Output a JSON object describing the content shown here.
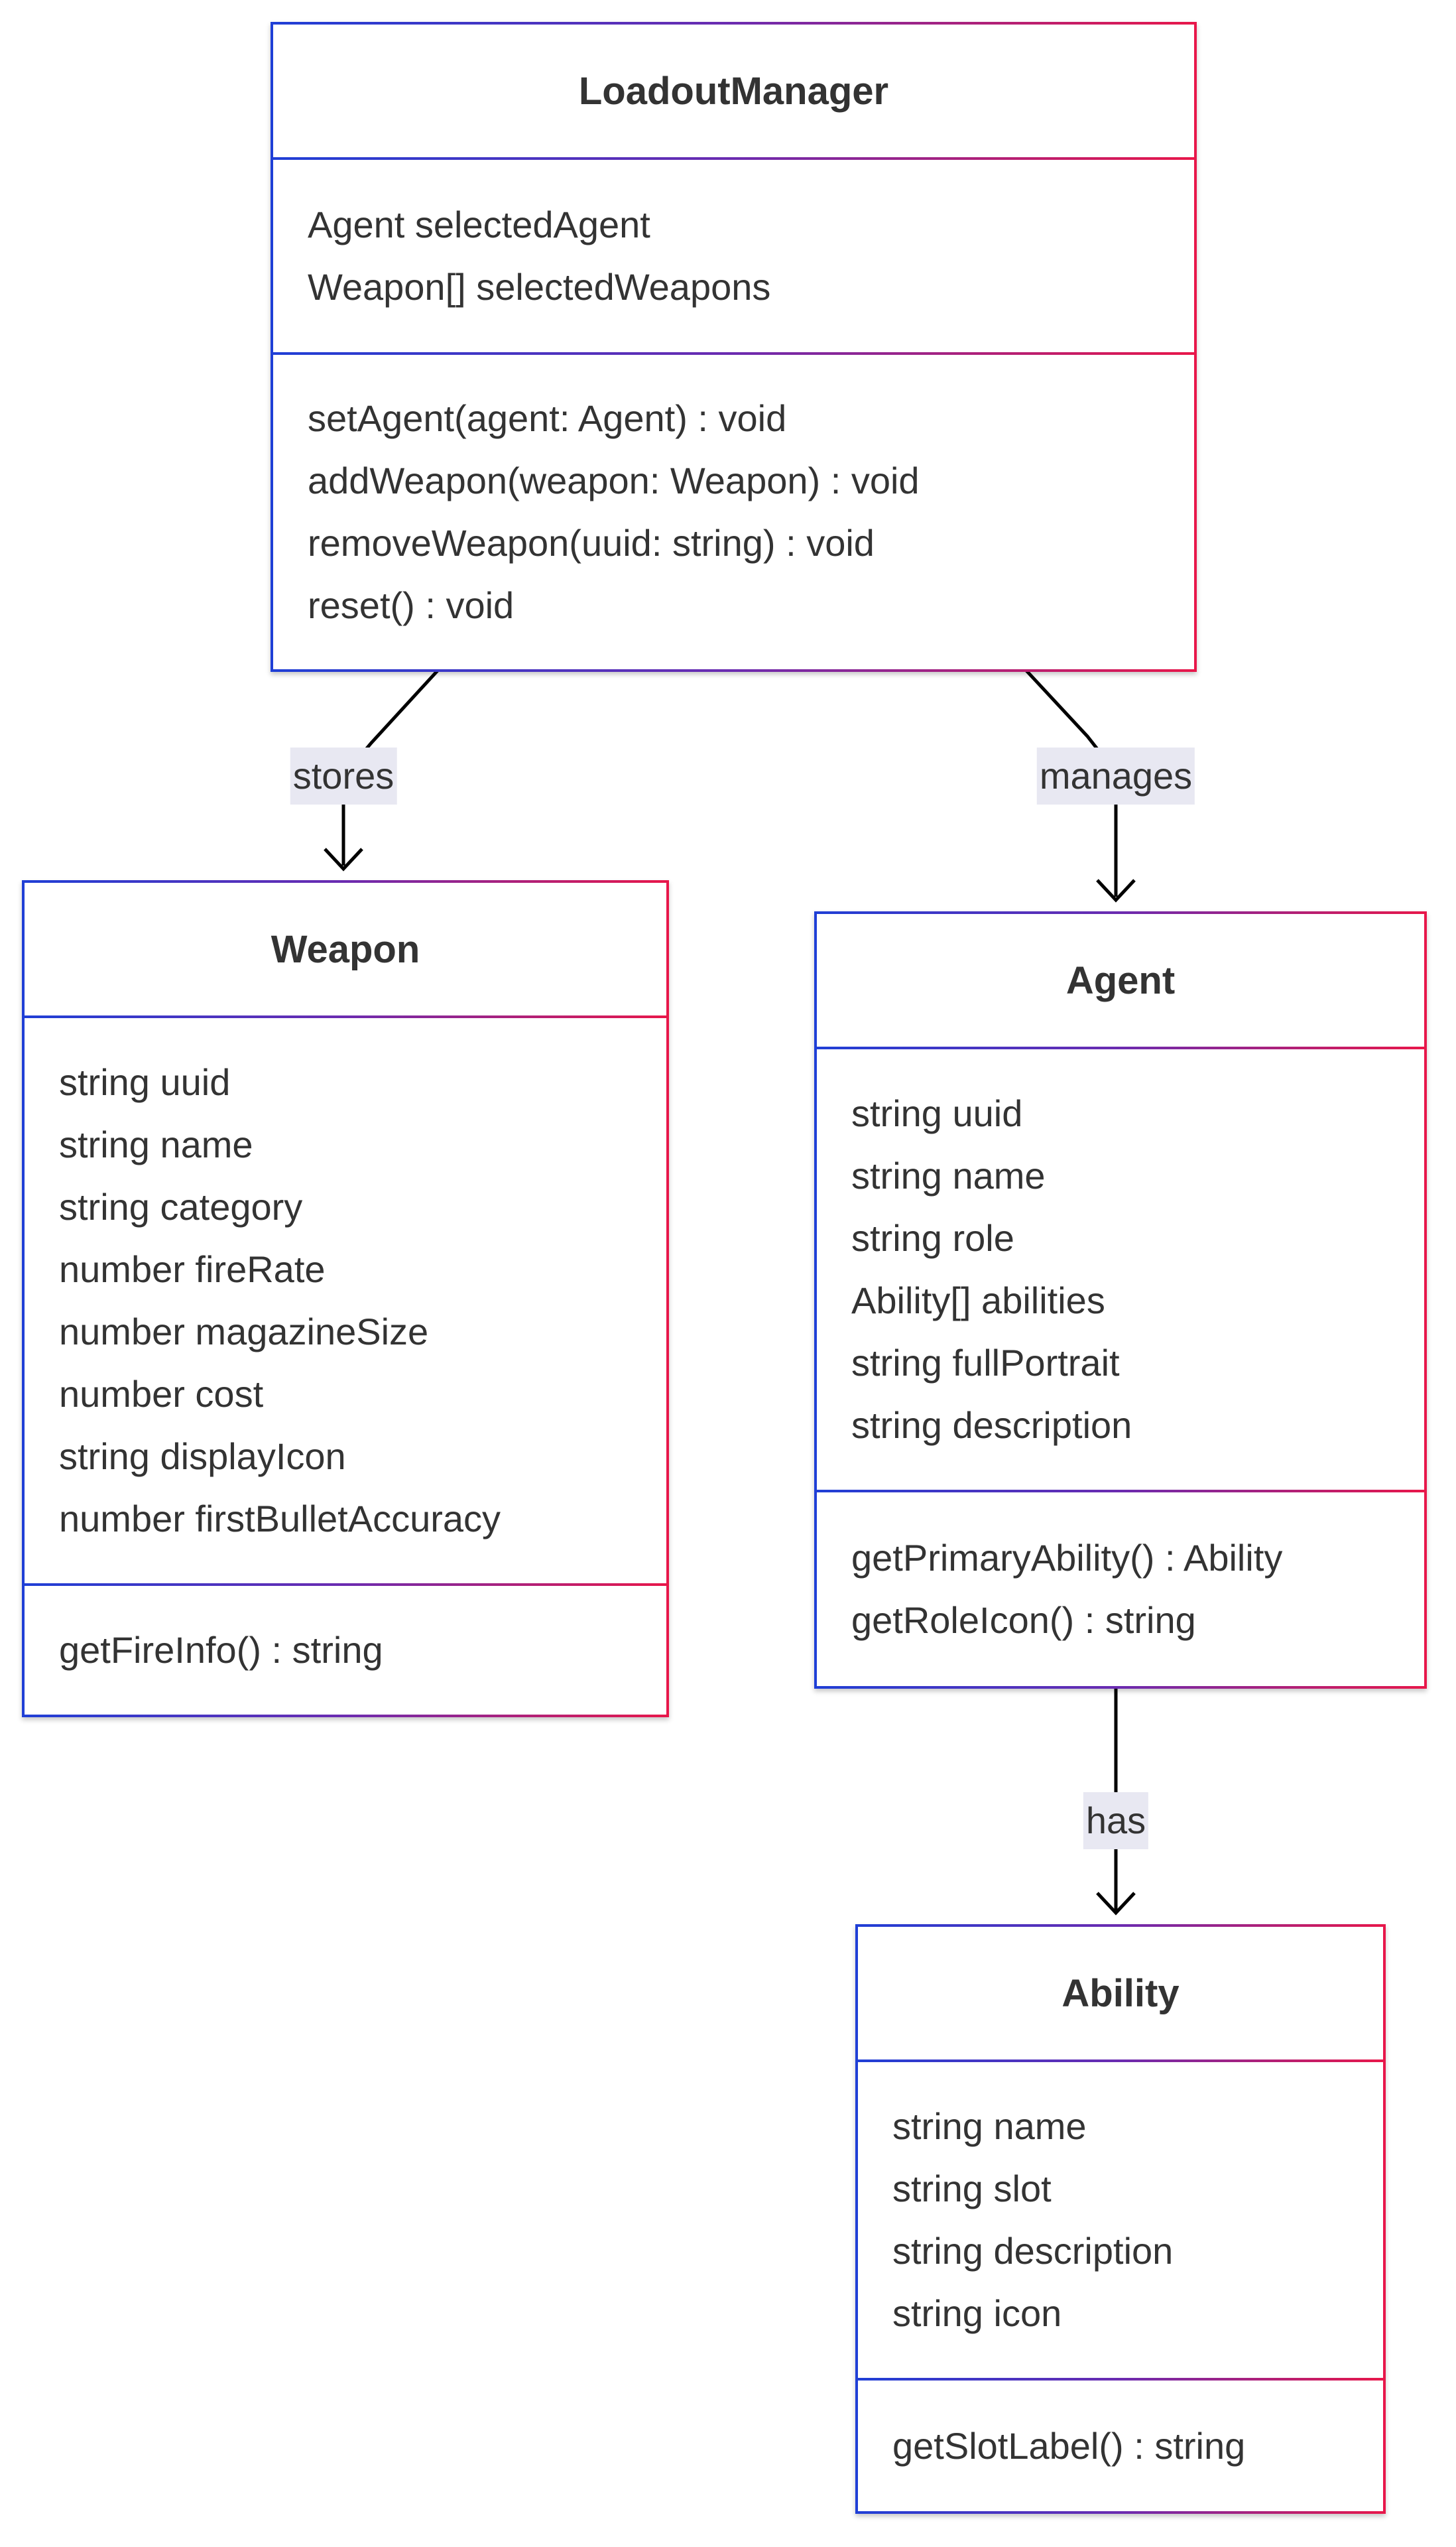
{
  "diagram": {
    "classes": {
      "loadout_manager": {
        "name": "LoadoutManager",
        "attributes": [
          "Agent selectedAgent",
          "Weapon[] selectedWeapons"
        ],
        "methods": [
          "setAgent(agent: Agent) : void",
          "addWeapon(weapon: Weapon) : void",
          "removeWeapon(uuid: string) : void",
          "reset() : void"
        ]
      },
      "weapon": {
        "name": "Weapon",
        "attributes": [
          "string uuid",
          "string name",
          "string category",
          "number fireRate",
          "number magazineSize",
          "number cost",
          "string displayIcon",
          "number firstBulletAccuracy"
        ],
        "methods": [
          "getFireInfo() : string"
        ]
      },
      "agent": {
        "name": "Agent",
        "attributes": [
          "string uuid",
          "string name",
          "string role",
          "Ability[] abilities",
          "string fullPortrait",
          "string description"
        ],
        "methods": [
          "getPrimaryAbility() : Ability",
          "getRoleIcon() : string"
        ]
      },
      "ability": {
        "name": "Ability",
        "attributes": [
          "string name",
          "string slot",
          "string description",
          "string icon"
        ],
        "methods": [
          "getSlotLabel() : string"
        ]
      }
    },
    "relations": {
      "stores": {
        "from": "LoadoutManager",
        "to": "Weapon",
        "label": "stores"
      },
      "manages": {
        "from": "LoadoutManager",
        "to": "Agent",
        "label": "manages"
      },
      "has": {
        "from": "Agent",
        "to": "Ability",
        "label": "has"
      }
    },
    "colors": {
      "border_start": "#1f3fd6",
      "border_end": "#e8174a",
      "edge": "#000000",
      "text": "#333333",
      "label_bg": "#e8e8f2"
    }
  }
}
